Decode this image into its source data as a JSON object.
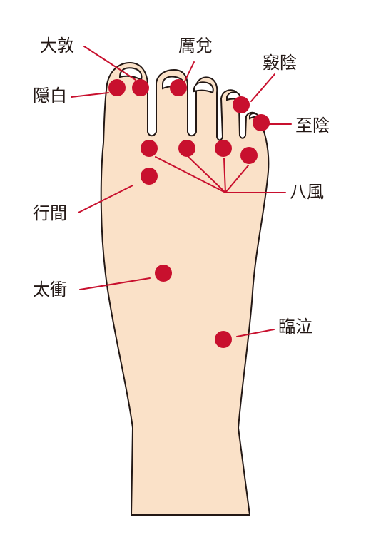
{
  "colors": {
    "skin": "#fae1c8",
    "outline": "#231815",
    "acupoint": "#c8102e",
    "leader": "#c8102e",
    "text": "#231815"
  },
  "labels": {
    "daton": "大敦",
    "reida": "厲兌",
    "kyoin": "竅陰",
    "inpaku": "隠白",
    "shiin": "至陰",
    "hachifu": "八風",
    "kokan": "行間",
    "taisho": "太衝",
    "rinkyu": "臨泣"
  }
}
